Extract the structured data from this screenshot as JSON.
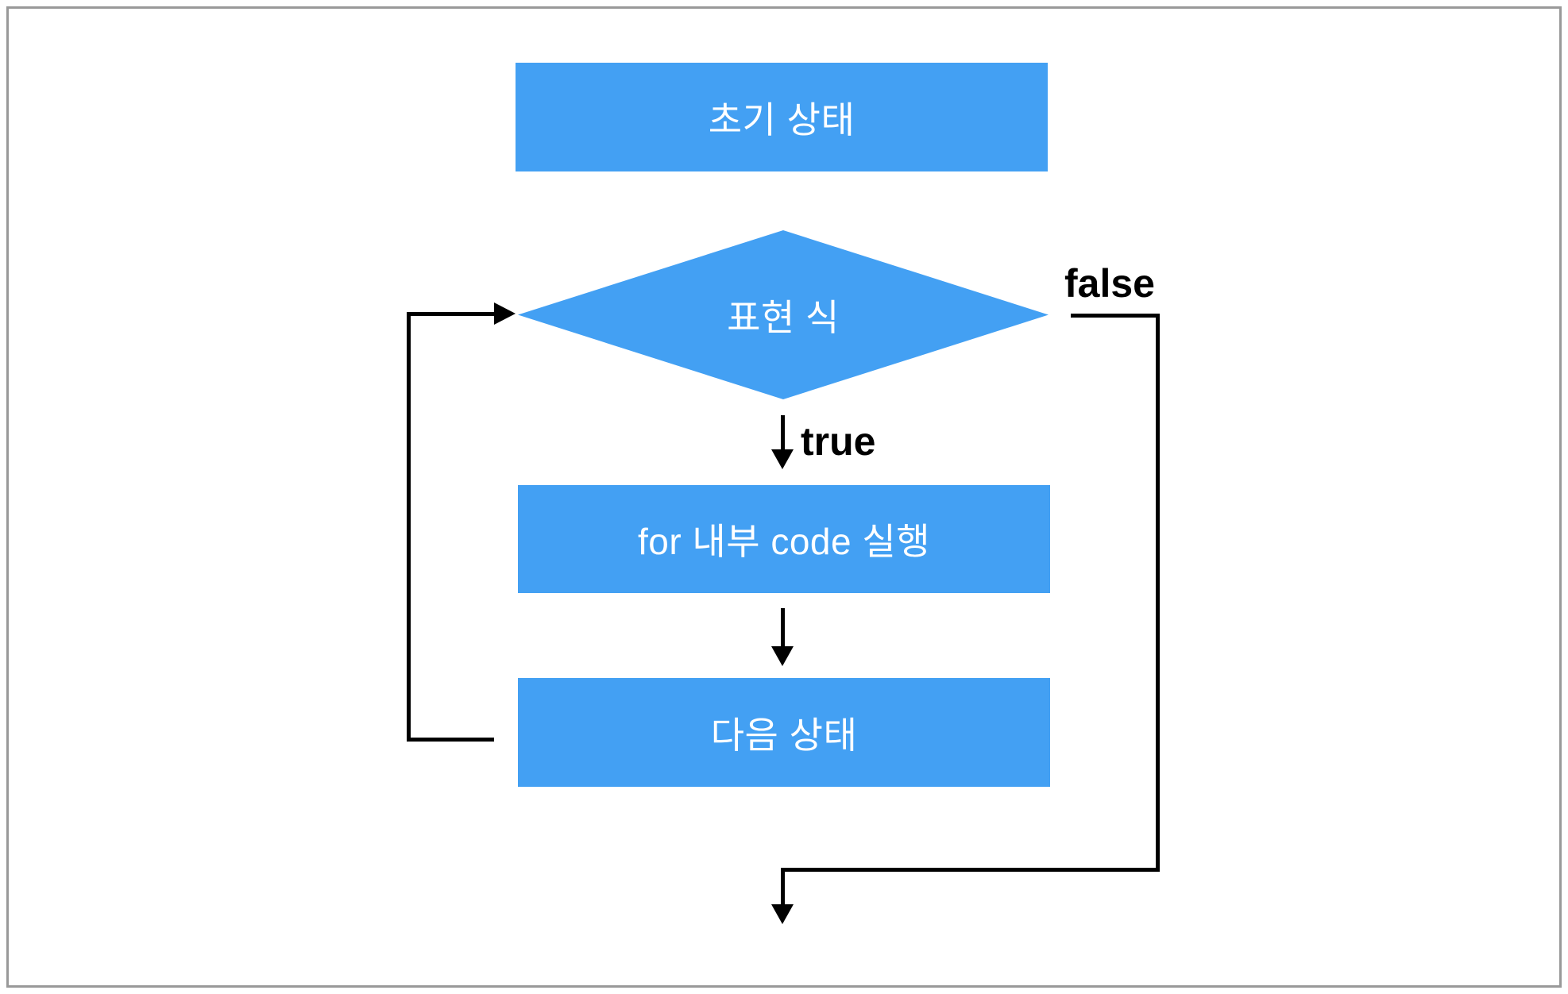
{
  "diagram": {
    "type": "flowchart",
    "title_hint": "for-loop execution flow",
    "nodes": [
      {
        "id": "initial-state",
        "shape": "rect",
        "label": "초기 상태"
      },
      {
        "id": "condition",
        "shape": "diamond",
        "label": "표현 식"
      },
      {
        "id": "loop-body",
        "shape": "rect",
        "label": "for 내부 code 실행"
      },
      {
        "id": "next-state",
        "shape": "rect",
        "label": "다음 상태"
      }
    ],
    "edges": [
      {
        "from": "initial-state",
        "to": "condition",
        "label": ""
      },
      {
        "from": "condition",
        "to": "loop-body",
        "label": "true"
      },
      {
        "from": "loop-body",
        "to": "next-state",
        "label": ""
      },
      {
        "from": "next-state",
        "to": "condition",
        "label": ""
      },
      {
        "from": "condition",
        "to": "exit",
        "label": "false"
      }
    ],
    "edge_labels": {
      "true_label": "true",
      "false_label": "false"
    },
    "colors": {
      "node_fill": "#43A0F3",
      "node_text": "#FFFFFF",
      "line": "#000000",
      "frame_border": "#999999",
      "background": "#FFFFFF"
    }
  }
}
